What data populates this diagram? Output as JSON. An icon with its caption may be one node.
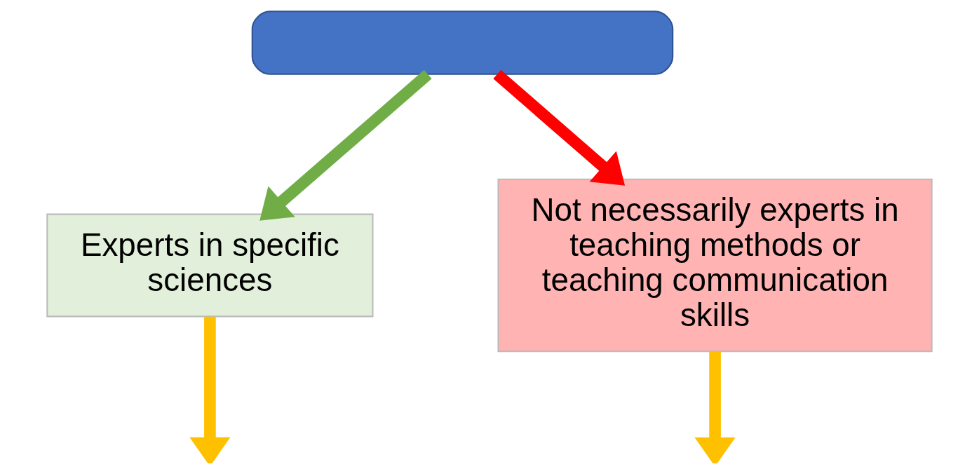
{
  "diagram": {
    "nodes": [
      {
        "text": [],
        "shape": "box"
      },
      {
        "text": [
          "Experts in specific sciences"
        ]
      },
      {
        "text": [
          "Not necessarily experts in teaching methods or teaching communication skills"
        ]
      }
    ],
    "edges": [
      {
        "from": 0,
        "to": 1,
        "arrow": "to",
        "color": "#70ad47"
      },
      {
        "from": 0,
        "to": 2,
        "arrow": "to",
        "color": "#ff0000"
      },
      {
        "from": 1,
        "to": null,
        "arrow": "to",
        "color": "#ffc000"
      },
      {
        "from": 2,
        "to": null,
        "arrow": "to",
        "color": "#ffc000"
      }
    ]
  }
}
